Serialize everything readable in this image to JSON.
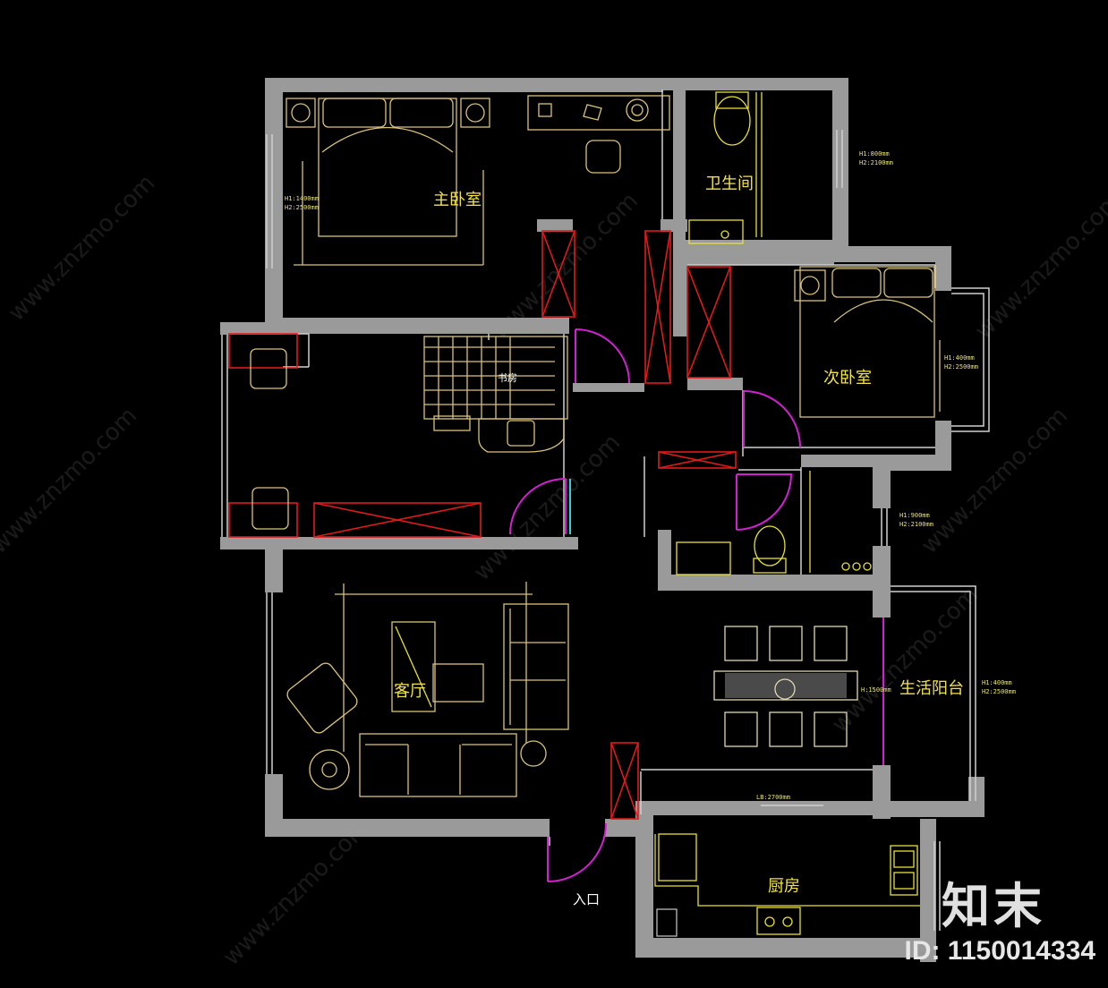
{
  "rooms": {
    "master_bedroom": "主卧室",
    "bathroom": "卫生间",
    "second_bedroom": "次卧室",
    "study": "书房",
    "living_room": "客厅",
    "laundry_balcony": "生活阳台",
    "kitchen": "厨房",
    "entrance": "入口"
  },
  "dimension_notes": {
    "master": [
      "H1:1400mm",
      "H2:2500mm"
    ],
    "bath_window": [
      "H1:800mm",
      "H2:2100mm"
    ],
    "second": [
      "H1:400mm",
      "H2:2500mm"
    ],
    "hall_window": [
      "H1:900mm",
      "H2:2100mm"
    ],
    "dining": "H:1500mm",
    "balcony": [
      "H1:400mm",
      "H2:2500mm"
    ],
    "kitchen_beam": "LB:2700mm"
  },
  "watermark": {
    "site": "www.znzmo.com",
    "brand": "知末",
    "id": "ID: 1150014334"
  },
  "colors": {
    "background": "#000000",
    "wall": "#9a9a9a",
    "furniture": "#d9c27a",
    "fixture": "#e8e03a",
    "door": "#d21fd2",
    "wardrobe": "#e01a1a",
    "glass": "#2bd3d3"
  }
}
